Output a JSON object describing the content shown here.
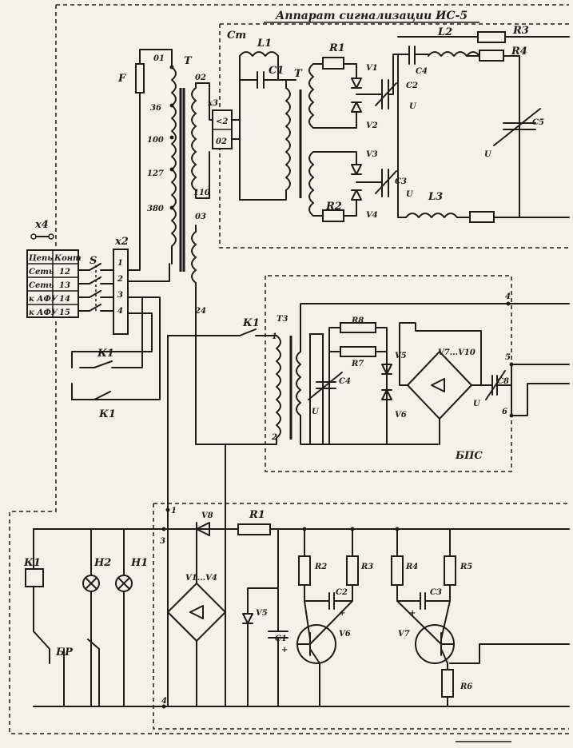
{
  "title": "Аппарат сигнализации ИС-5",
  "blocks": {
    "transmitter": "Ст",
    "power_unit": "БПС",
    "relay_block": "БР"
  },
  "mains_terminals": [
    "Цепь",
    "Конт",
    "Сеть",
    "12",
    "Сеть",
    "13",
    "к АФУ",
    "14",
    "к АФУ",
    "15"
  ],
  "connectors": {
    "x4": "х4",
    "x2": "х2",
    "x3": "х3",
    "s": "S"
  },
  "x2_pins": [
    "1",
    "2",
    "3",
    "4"
  ],
  "fuse": "F",
  "transformer": {
    "name": "Т",
    "taps": [
      "01",
      "36",
      "100",
      "127",
      "380",
      "02",
      "110",
      "03",
      "24"
    ],
    "x3_pins": [
      "<2",
      "02"
    ]
  },
  "relay_contacts": [
    "К1",
    "К1",
    "К1"
  ],
  "transmitter_parts": [
    "L1",
    "C1",
    "Т",
    "R1",
    "V1",
    "V2",
    "C2",
    "U",
    "V3",
    "V4",
    "C3",
    "U",
    "R2",
    "L2",
    "R3",
    "C4",
    "R4",
    "C5",
    "U",
    "L3"
  ],
  "bps_parts": [
    "Т3",
    "R8",
    "R7",
    "C4",
    "U",
    "V5",
    "V6",
    "V7...V10",
    "C8",
    "U"
  ],
  "bps_pins": [
    "4",
    "5",
    "6",
    "1",
    "2"
  ],
  "relay_block_parts": [
    "К1",
    "Н2",
    "Н1",
    "V8",
    "R1",
    "V1...V4",
    "V5",
    "C1",
    "+",
    "R2",
    "R3",
    "R4",
    "R5",
    "C2",
    "+",
    "C3",
    "+",
    "V6",
    "V7",
    "R6"
  ],
  "relay_block_pins": [
    "1",
    "3",
    "4"
  ],
  "colors": {
    "ink": "#1c1c1c",
    "paper": "#f4f1ea"
  }
}
